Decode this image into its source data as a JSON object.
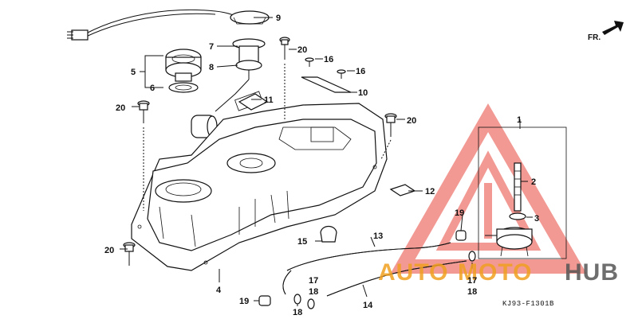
{
  "callouts": {
    "n1": "1",
    "n2": "2",
    "n3": "3",
    "n4": "4",
    "n5": "5",
    "n6": "6",
    "n7": "7",
    "n8": "8",
    "n9": "9",
    "n10": "10",
    "n11": "11",
    "n12": "12",
    "n13": "13",
    "n14": "14",
    "n15": "15",
    "n16a": "16",
    "n16b": "16",
    "n17a": "17",
    "n17b": "17",
    "n18a": "18",
    "n18b": "18",
    "n18c": "18",
    "n19a": "19",
    "n19b": "19",
    "n20a": "20",
    "n20b": "20",
    "n20c": "20",
    "n20d": "20"
  },
  "direction_label": "FR.",
  "diagram_code": "KJ93-F1301B",
  "watermark": {
    "part1": "AUTO",
    "part2": "MOTO",
    "part3": "HUB"
  },
  "colors": {
    "watermark_red": "#e8463c",
    "watermark_orange": "#f0a020",
    "watermark_gray": "#555555"
  }
}
